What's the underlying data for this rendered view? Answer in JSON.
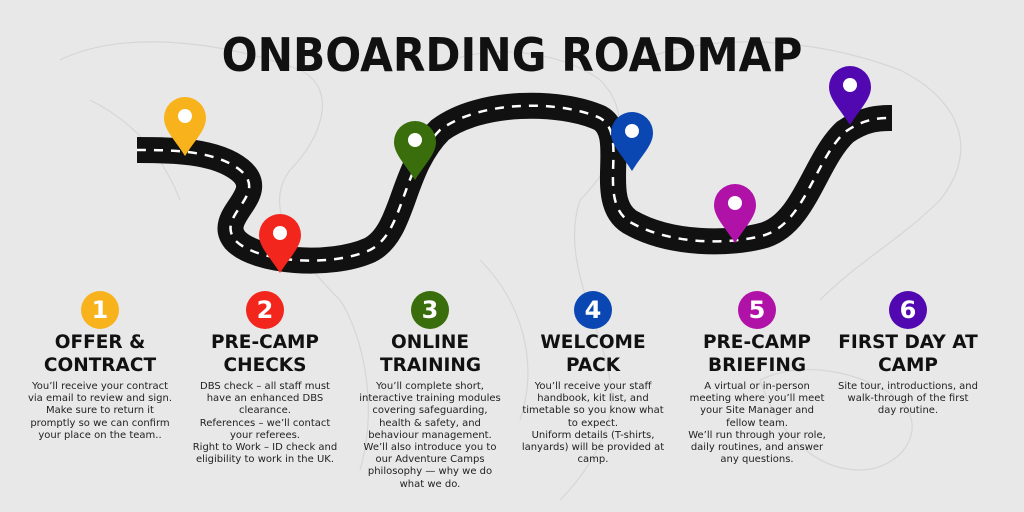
{
  "title": "ONBOARDING ROADMAP",
  "steps": [
    {
      "number": "1",
      "title": "OFFER & CONTRACT",
      "color": "#f7b21c",
      "body": "You’ll receive your contract\nvia email to review and sign.\nMake sure to return it\npromptly so we can confirm\nyour place on the team.."
    },
    {
      "number": "2",
      "title": "PRE-CAMP CHECKS",
      "color": "#f2261c",
      "body": "DBS check – all staff must\nhave an enhanced DBS\nclearance.\nReferences – we’ll contact\nyour referees.\nRight to Work – ID check and\neligibility to work in the UK."
    },
    {
      "number": "3",
      "title": "ONLINE TRAINING",
      "color": "#3a6d0c",
      "body": "You’ll complete short,\ninteractive training modules\ncovering safeguarding,\nhealth & safety, and\nbehaviour management.\nWe’ll also introduce you to\nour Adventure Camps\nphilosophy — why we do\nwhat we do."
    },
    {
      "number": "4",
      "title": "WELCOME PACK",
      "color": "#0a47b3",
      "body": "You’ll receive your staff\nhandbook, kit list, and\ntimetable so you know what\nto expect.\nUniform details (T-shirts,\nlanyards) will be provided at\ncamp."
    },
    {
      "number": "5",
      "title": "PRE-CAMP BRIEFING",
      "color": "#b012a8",
      "body": "A virtual or in-person\nmeeting where you’ll meet\nyour Site Manager and\nfellow team.\nWe’ll run through your role,\ndaily routines, and answer\nany questions."
    },
    {
      "number": "6",
      "title": "FIRST DAY AT CAMP",
      "color": "#5208b0",
      "body": "Site tour, introductions, and\nwalk-through of the first\nday routine."
    }
  ]
}
